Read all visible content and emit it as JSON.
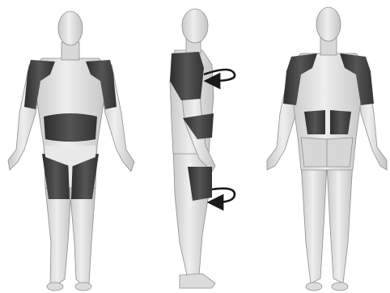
{
  "figure": {
    "views": [
      {
        "view": "front",
        "highlighted_regions": [
          "shoulders-upper-arms",
          "abdomen-band",
          "thighs"
        ]
      },
      {
        "view": "side",
        "highlighted_regions": [
          "shoulder-upper-arm",
          "waist",
          "thigh"
        ],
        "arrows": [
          "rotation-arrow-upper",
          "rotation-arrow-lower"
        ]
      },
      {
        "view": "back",
        "highlighted_regions": [
          "shoulders-upper-back",
          "lower-back"
        ]
      }
    ],
    "colors": {
      "background": "#ffffff",
      "skin": "#e4e4e4",
      "skin_shade": "#bdbdbd",
      "outline": "#8f8f8f",
      "pad": "#4a4a4a",
      "pad_dark": "#3a3a3a",
      "arrow": "#1a1a1a"
    }
  }
}
